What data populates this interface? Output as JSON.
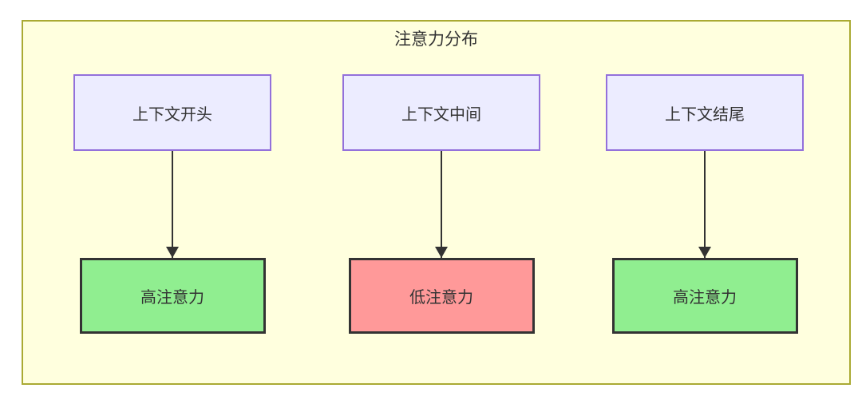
{
  "diagram": {
    "title": "注意力分布",
    "colors": {
      "canvas_background": "#ffffff",
      "container_fill": "#ffffde",
      "container_border": "#aaaa33",
      "source_node_fill": "#ececff",
      "source_node_border": "#9370db",
      "high_attention_fill": "#90ee90",
      "low_attention_fill": "#ff9999",
      "target_node_border": "#333333",
      "arrow_color": "#333333",
      "text_color": "#333333"
    },
    "columns": [
      {
        "source": "上下文开头",
        "target": "高注意力",
        "level_fill": "#90ee90"
      },
      {
        "source": "上下文中间",
        "target": "低注意力",
        "level_fill": "#ff9999"
      },
      {
        "source": "上下文结尾",
        "target": "高注意力",
        "level_fill": "#90ee90"
      }
    ]
  }
}
